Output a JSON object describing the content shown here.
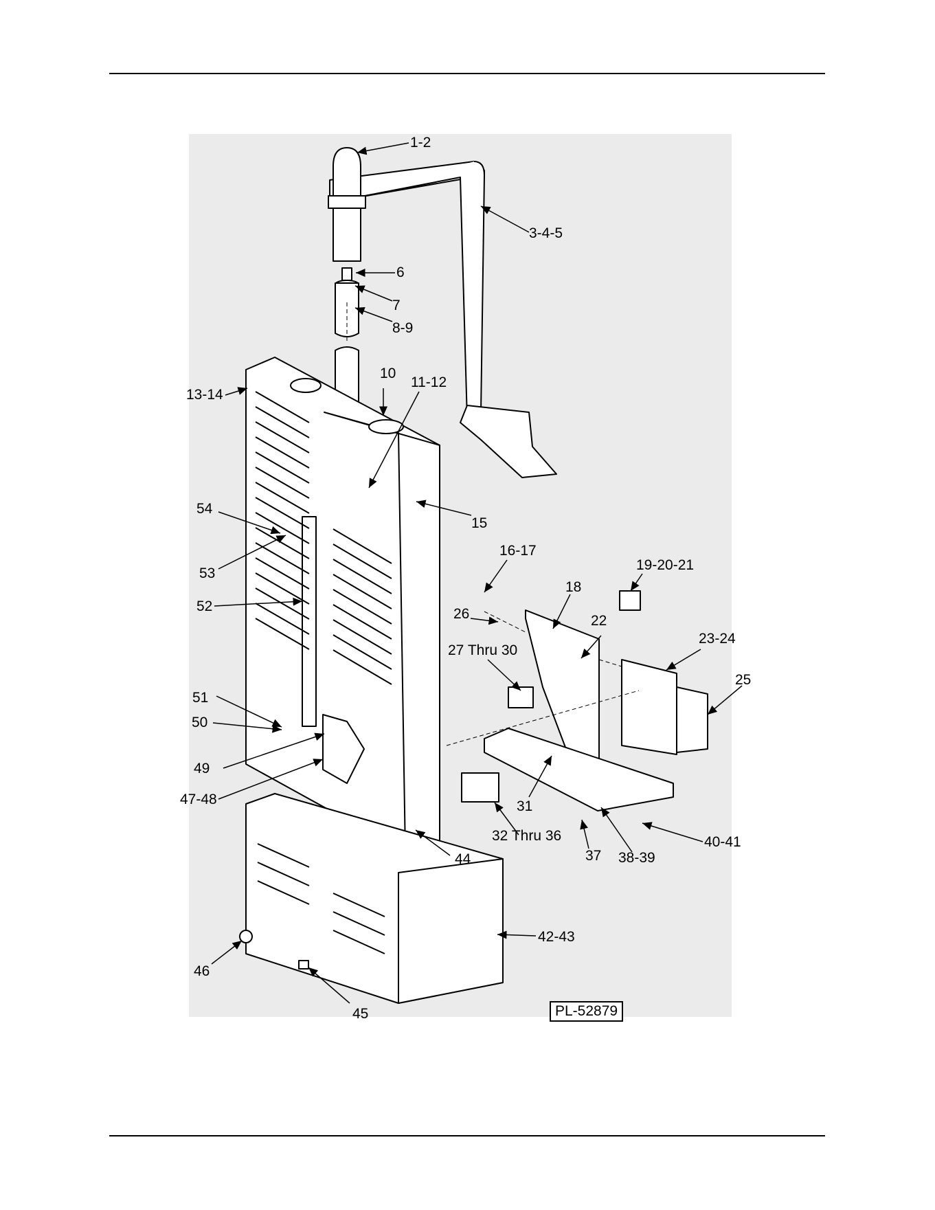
{
  "drawing": {
    "reference": "PL-52879",
    "callouts": [
      "1-2",
      "3-4-5",
      "6",
      "7",
      "8-9",
      "10",
      "11-12",
      "13-14",
      "15",
      "16-17",
      "18",
      "19-20-21",
      "22",
      "23-24",
      "25",
      "26",
      "27 Thru 30",
      "31",
      "32 Thru 36",
      "37",
      "38-39",
      "40-41",
      "42-43",
      "44",
      "45",
      "46",
      "47-48",
      "49",
      "50",
      "51",
      "52",
      "53",
      "54"
    ]
  }
}
